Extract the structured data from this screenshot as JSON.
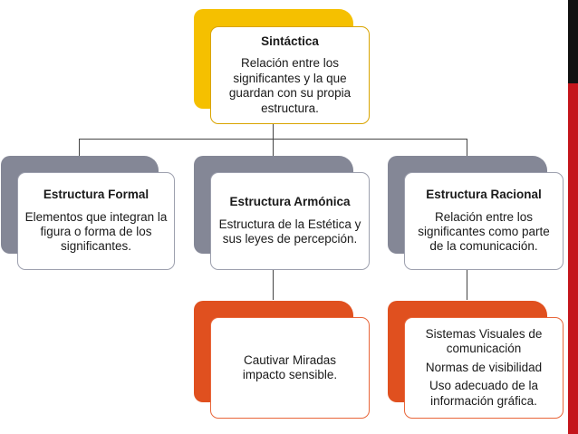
{
  "root": {
    "title": "Sintáctica",
    "body": "Relación entre los significantes y la que guardan con su propia estructura."
  },
  "structures": [
    {
      "title": "Estructura Formal",
      "body": "Elementos que integran la figura o forma de los significantes."
    },
    {
      "title": "Estructura Armónica",
      "body": "Estructura de la Estética y sus leyes de percepción."
    },
    {
      "title": "Estructura Racional",
      "body": "Relación entre los significantes como parte de la comunicación."
    }
  ],
  "leaves": [
    {
      "body": "Cautivar Miradas impacto sensible."
    },
    {
      "lines": [
        "Sistemas Visuales de comunicación",
        "Normas de visibilidad",
        "Uso adecuado de la información gráfica."
      ]
    }
  ],
  "colors": {
    "root_back": "#f5c000",
    "structure_back": "#848796",
    "leaf_back": "#e0501f",
    "side_bar_top": "#111111",
    "side_bar_bottom": "#c4161c"
  }
}
